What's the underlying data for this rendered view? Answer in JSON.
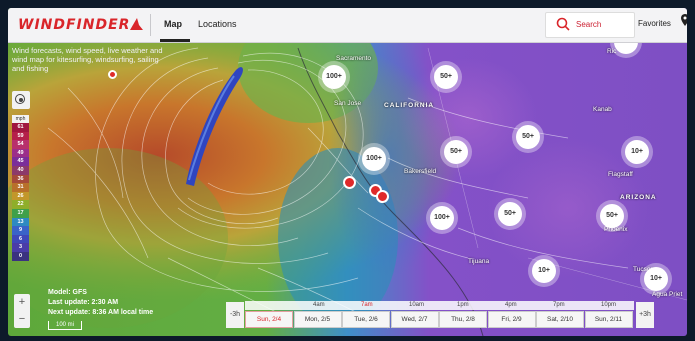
{
  "app": {
    "logo_text": "WINDFINDER",
    "tabs": [
      {
        "label": "Map",
        "active": true
      },
      {
        "label": "Locations",
        "active": false
      }
    ],
    "search_placeholder": "Search",
    "favorites_label": "Favorites"
  },
  "map": {
    "description": "Wind forecasts, wind speed, live weather and wind map for kitesurfing, windsurfing, sailing and fishing",
    "model_line": "Model: GFS",
    "last_update_line": "Last update: 2:30 AM",
    "next_update_line": "Next update: 8:36 AM local time",
    "scale_label": "100 mi",
    "zoom_in": "+",
    "zoom_out": "−",
    "legend": {
      "unit": "mph",
      "values": [
        "61",
        "59",
        "54",
        "49",
        "45",
        "40",
        "36",
        "31",
        "26",
        "22",
        "17",
        "13",
        "9",
        "6",
        "3",
        "0"
      ],
      "colors": [
        "#a01640",
        "#b5204a",
        "#b8306c",
        "#9c2f8a",
        "#7b2e9a",
        "#8c3a6a",
        "#a54a3a",
        "#b8702a",
        "#c2972a",
        "#8fae2a",
        "#3fa04a",
        "#2e8ac2",
        "#3a63c8",
        "#3f48b9",
        "#4a3ca8",
        "#3b3280"
      ]
    },
    "clusters": [
      {
        "label": "100+"
      },
      {
        "label": "50+"
      },
      {
        "label": "100+"
      },
      {
        "label": "50+"
      },
      {
        "label": "50+"
      },
      {
        "label": "100+"
      },
      {
        "label": "50+"
      },
      {
        "label": "50+"
      },
      {
        "label": "10+"
      },
      {
        "label": "10+"
      },
      {
        "label": "10+"
      },
      {
        "label": "10+"
      }
    ],
    "places": [
      {
        "label": "Sacramento"
      },
      {
        "label": "San Jose"
      },
      {
        "label": "Bakersfield"
      },
      {
        "label": "Kanab"
      },
      {
        "label": "Flagstaff"
      },
      {
        "label": "Phoenix"
      },
      {
        "label": "Tijuana"
      },
      {
        "label": "Tucson"
      },
      {
        "label": "Agua Priet"
      },
      {
        "label": "Ric"
      }
    ],
    "regions": [
      {
        "label": "CALIFORNIA"
      },
      {
        "label": "ARIZONA"
      }
    ]
  },
  "timeline": {
    "prev_label": "-3h",
    "next_label": "+3h",
    "times": [
      {
        "label": "4am",
        "active": false
      },
      {
        "label": "7am",
        "active": true
      },
      {
        "label": "10am",
        "active": false
      },
      {
        "label": "1pm",
        "active": false
      },
      {
        "label": "4pm",
        "active": false
      },
      {
        "label": "7pm",
        "active": false
      },
      {
        "label": "10pm",
        "active": false
      }
    ],
    "days": [
      {
        "label": "Sun, 2/4",
        "active": true
      },
      {
        "label": "Mon, 2/5",
        "active": false
      },
      {
        "label": "Tue, 2/6",
        "active": false
      },
      {
        "label": "Wed, 2/7",
        "active": false
      },
      {
        "label": "Thu, 2/8",
        "active": false
      },
      {
        "label": "Fri, 2/9",
        "active": false
      },
      {
        "label": "Sat, 2/10",
        "active": false
      },
      {
        "label": "Sun, 2/11",
        "active": false
      }
    ]
  },
  "colors": {
    "brand": "#d9252a",
    "cluster": "#ffffff"
  }
}
